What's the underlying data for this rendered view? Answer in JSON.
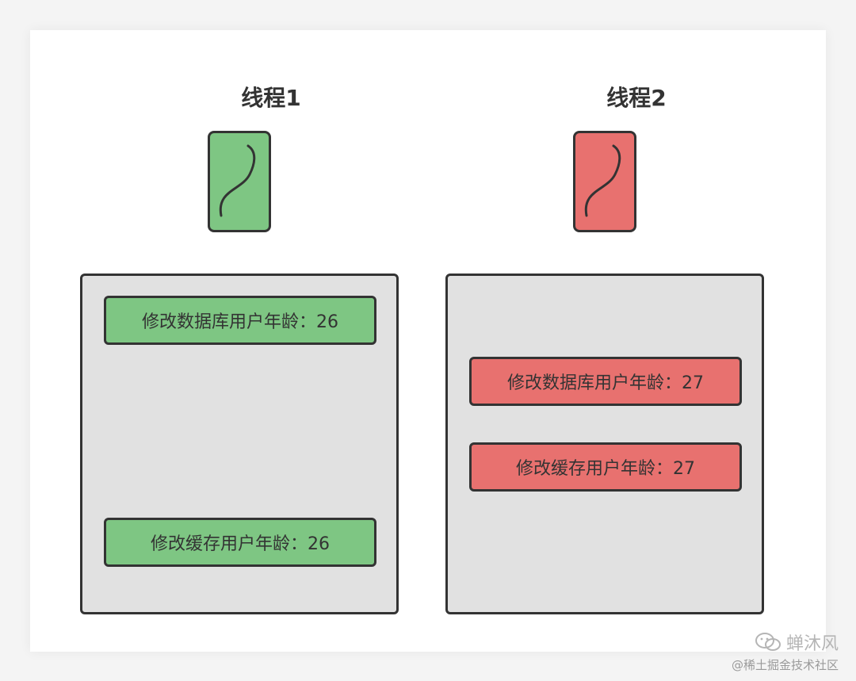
{
  "colors": {
    "thread1": "#7ec683",
    "thread2": "#e8716f",
    "panel": "#e1e1e1",
    "border": "#333333"
  },
  "threads": [
    {
      "title": "线程1",
      "operations": [
        "修改数据库用户年龄：26",
        "修改缓存用户年龄：26"
      ]
    },
    {
      "title": "线程2",
      "operations": [
        "修改数据库用户年龄：27",
        "修改缓存用户年龄：27"
      ]
    }
  ],
  "watermark": {
    "icon": "wechat-icon",
    "name": "蝉沐风",
    "source": "@稀土掘金技术社区"
  }
}
